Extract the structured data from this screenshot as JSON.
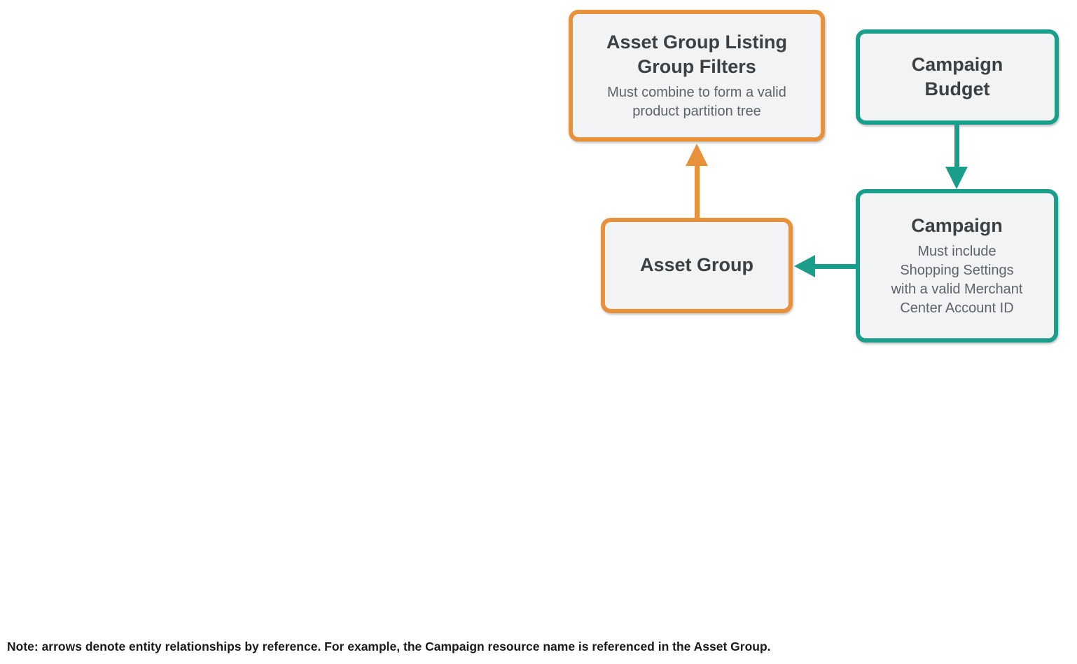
{
  "colors": {
    "orange": "#E8913A",
    "teal": "#1A9E8C",
    "box_fill": "#F1F3F4",
    "title_text": "#3C4043",
    "subtitle_text": "#5F6368",
    "note_text": "#1A1A1A"
  },
  "diagram": {
    "nodes": {
      "asset_group_listing_group_filters": {
        "title": [
          "Asset Group Listing",
          "Group Filters"
        ],
        "subtitle": [
          "Must combine to form a valid",
          "product partition tree"
        ],
        "color_group": "orange"
      },
      "campaign_budget": {
        "title": [
          "Campaign",
          "Budget"
        ],
        "subtitle": [],
        "color_group": "teal"
      },
      "asset_group": {
        "title": [
          "Asset Group"
        ],
        "subtitle": [],
        "color_group": "orange"
      },
      "campaign": {
        "title": [
          "Campaign"
        ],
        "subtitle": [
          "Must include",
          "Shopping Settings",
          "with a valid Merchant",
          "Center Account ID"
        ],
        "color_group": "teal"
      }
    },
    "edges": [
      {
        "from": "asset_group",
        "to": "asset_group_listing_group_filters",
        "color_group": "orange",
        "direction": "up"
      },
      {
        "from": "campaign_budget",
        "to": "campaign",
        "color_group": "teal",
        "direction": "down"
      },
      {
        "from": "campaign",
        "to": "asset_group",
        "color_group": "teal",
        "direction": "left"
      }
    ]
  },
  "note": "Note: arrows denote entity relationships by reference. For example, the Campaign resource name is referenced in the Asset Group."
}
